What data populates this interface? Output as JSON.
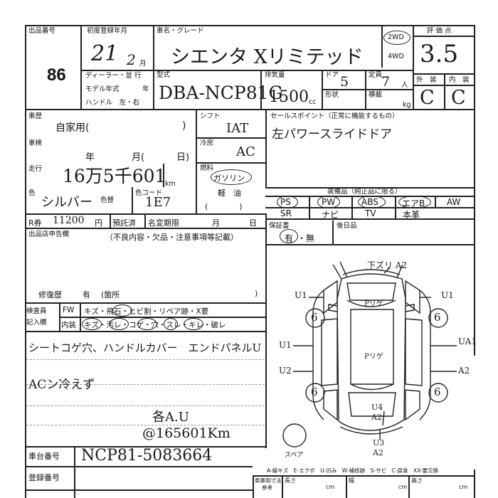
{
  "header": {
    "lot_label": "出品番号",
    "lot_number": "86",
    "first_reg_label": "初度登録年月",
    "first_reg_year": "21",
    "first_reg_month": "2",
    "month_unit": "月",
    "car_name_label": "車名・グレード",
    "car_name": "シエンタ  Xリミテッド",
    "drive_2wd": "2WD",
    "drive_4wd": "4WD",
    "score_label": "評 価 点",
    "score": "3.5",
    "dealer_label": "ディーラー・並 行",
    "model_year_label": "モデル年式",
    "year_unit": "年",
    "handle_label": "ハンドル　左・右",
    "type_label": "型式",
    "type_value": "DBA-NCP81G",
    "displacement_label": "排気量",
    "displacement_value": "1500",
    "cc_unit": "cc",
    "door_label": "ドア",
    "door_value": "5",
    "capacity_label": "定員",
    "capacity_value": "7",
    "person_unit": "人",
    "shape_label": "形状",
    "load_label": "積載",
    "kg_unit": "kg",
    "exterior_label": "外　装",
    "interior_label": "内　装",
    "exterior_score": "C",
    "interior_score": "C"
  },
  "history": {
    "history_label": "車歴",
    "history_value": "自家用(",
    "history_close": ")",
    "inspection_label": "車検",
    "inspection_year": "年",
    "inspection_month": "月(",
    "inspection_day": "日)",
    "mileage_label": "走行",
    "mileage_value": "16万5千601",
    "km_unit": "km",
    "color_label": "色",
    "color_value": "シルバー",
    "color_num_label": "色替",
    "color_code_label": "色コード",
    "color_code_value": "1E7",
    "shift_label": "シフト",
    "shift_value": "IAT",
    "ac_label": "冷房",
    "ac_value": "AC",
    "fuel_label": "燃料",
    "fuel_value": "ガソリン",
    "fuel_diesel": "軽　油",
    "fuel_paren": "(　　　　)"
  },
  "sales_point": {
    "label": "セールスポイント（正常に機能するもの）",
    "value": "左パワースライドドア"
  },
  "equipment": {
    "label": "装備品（純正品に限る）",
    "items_row1": [
      "PS",
      "PW",
      "ABS",
      "エアB",
      "AW"
    ],
    "items_row2": [
      "SR",
      "ナビ",
      "TV",
      "本革"
    ]
  },
  "recycle": {
    "label": "R券",
    "amount": "11200",
    "yen": "円",
    "deposit_label": "預託済",
    "transfer_label": "名変期限",
    "month": "月",
    "day": "日"
  },
  "warranty": {
    "label": "保証書",
    "yes": "有",
    "no": "・無",
    "after_label": "後日品"
  },
  "report": {
    "label": "出品店申告欄",
    "note": "（不良内容・欠品・注意事項等記載）",
    "repair_label": "修復歴",
    "repair_value": "有",
    "repair_paren": "(箇所",
    "repair_close": ")"
  },
  "inspector": {
    "label1": "検査員",
    "label2": "記入欄",
    "fw_label": "FW",
    "fw_items": "キズ・飛石・ヒビ割・リペア跡・X要",
    "int_label": "内装",
    "int_items": "キズ・汚レ・コゲ・穴・スレ・キレ・破レ",
    "notes": [
      "シートコゲ穴、ハンドルカバー　エンドパネルU",
      "ACン冷えず",
      "各A.U",
      "@165601Km"
    ]
  },
  "diagram": {
    "top_label": "下ズリ A2",
    "left_top": "U1",
    "right_top": "U1",
    "left_mid": "U1",
    "right_mid": "UA1",
    "left_low": "U2",
    "right_low": "A2",
    "rear1": "U4",
    "rear2": "A2",
    "rear3": "U3",
    "rear4": "A2",
    "hood_text": "Pリゲ",
    "roof_text": "Pリゲ",
    "tire_value": "6",
    "spare_label": "スペア"
  },
  "legend": {
    "text": "A-線キズ　E-エクボ　U-凹み　W-補修跡　S-サビ　C-腐食　XX-要交換",
    "size_label": "車庫用寸法",
    "ref_label": "参考",
    "length_label": "長さ",
    "width_label": "幅",
    "height_label": "高さ",
    "cm": "cm"
  },
  "chassis": {
    "label": "車台番号",
    "value": "NCP81-5083664",
    "reg_label": "登録番号"
  }
}
